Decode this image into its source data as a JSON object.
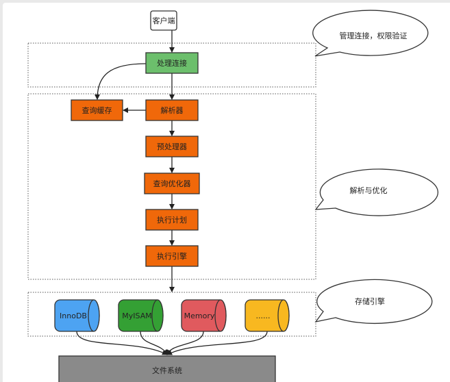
{
  "colors": {
    "connection": "#6cbf6c",
    "process": "#f0680a",
    "innodb": "#4da3f2",
    "myisam": "#34a034",
    "memory": "#e05a5e",
    "other": "#f8b820",
    "filesystem": "#8a8a8a"
  },
  "nodes": {
    "client": "客户端",
    "connection": "处理连接",
    "cache": "查询缓存",
    "parser": "解析器",
    "preprocessor": "预处理器",
    "optimizer": "查询优化器",
    "plan": "执行计划",
    "engine": "执行引擎",
    "filesystem": "文件系统"
  },
  "engines": [
    "InnoDB",
    "MyISAM",
    "Memory",
    "......"
  ],
  "callouts": {
    "connection": "管理连接，权限验证",
    "parse": "解析与优化",
    "storage": "存储引擎"
  }
}
